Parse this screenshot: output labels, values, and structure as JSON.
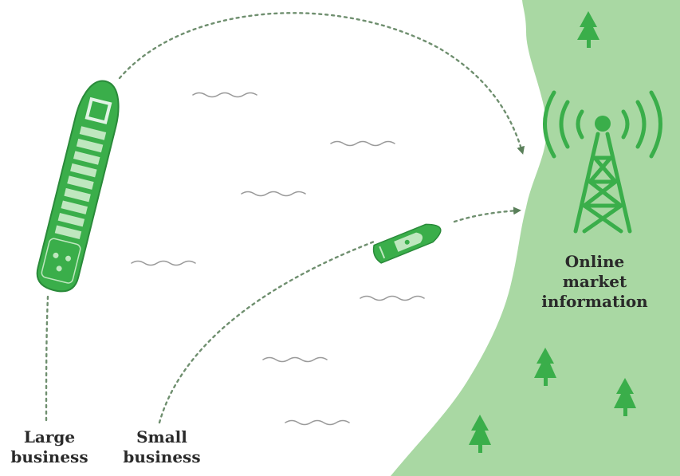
{
  "labels": {
    "large_business": [
      "Large",
      "business"
    ],
    "small_business": [
      "Small",
      "business"
    ],
    "online_market_information": [
      "Online",
      "market",
      "information"
    ]
  },
  "colors": {
    "land": "#a9d8a3",
    "icon_green": "#3aae4a",
    "ship_green": "#3aae4a",
    "ship_dark": "#2a8a3a",
    "path_gray": "#6f8f6f",
    "wave_gray": "#9a9a9a",
    "text": "#2a2a2a"
  },
  "icons": [
    "cargo-ship-icon",
    "speedboat-icon",
    "radio-tower-icon",
    "tree-icon",
    "wave-icon"
  ]
}
